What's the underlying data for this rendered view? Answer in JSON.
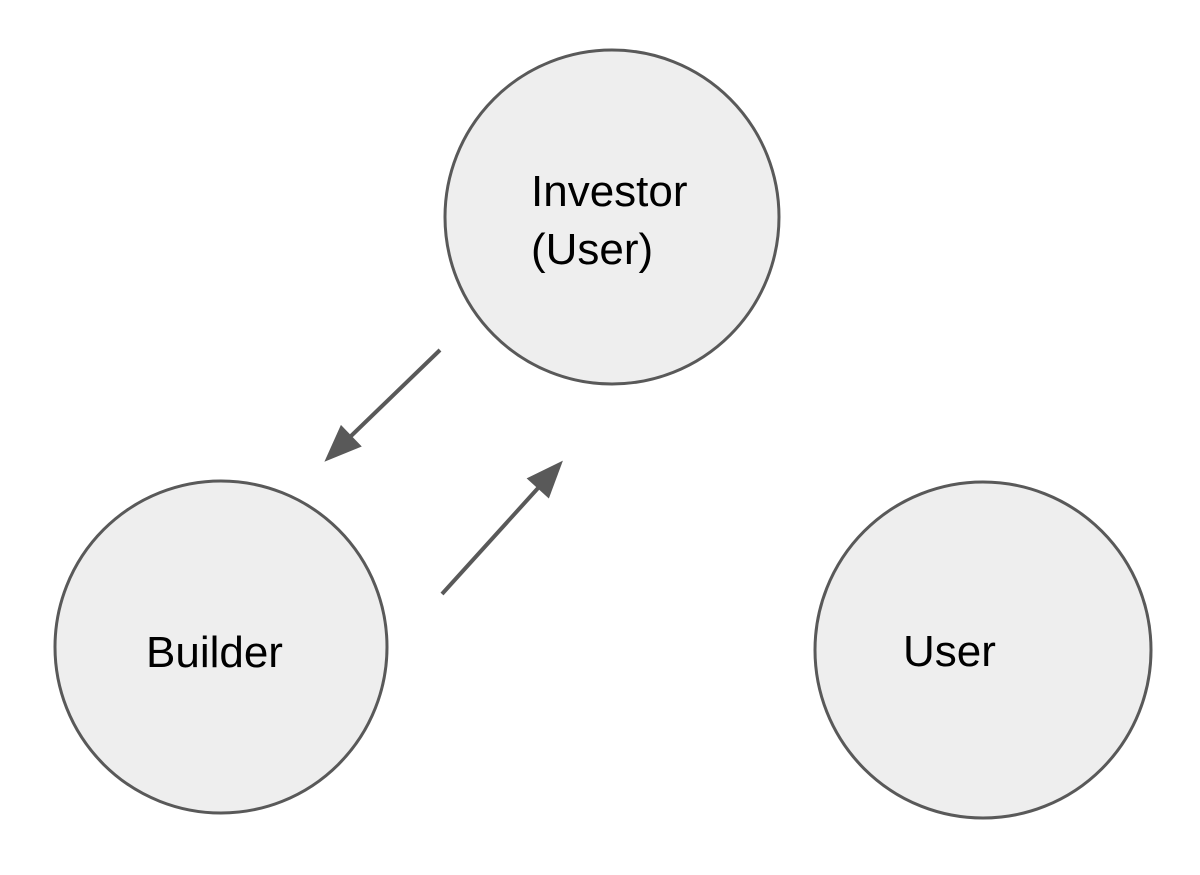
{
  "diagram": {
    "background_color": "#ffffff",
    "node_fill_color": "#eeeeee",
    "node_border_color": "#595959",
    "arrow_color": "#595959",
    "text_color": "#000000",
    "nodes": [
      {
        "id": "investor",
        "label": "Investor\n(User)"
      },
      {
        "id": "builder",
        "label": "Builder"
      },
      {
        "id": "user",
        "label": "User"
      }
    ],
    "edges": [
      {
        "from": "investor",
        "to": "builder",
        "style": "straight-arrow"
      },
      {
        "from": "builder",
        "to": "investor",
        "style": "straight-arrow"
      }
    ],
    "icons": {
      "arrowhead": "filled-triangle"
    }
  }
}
